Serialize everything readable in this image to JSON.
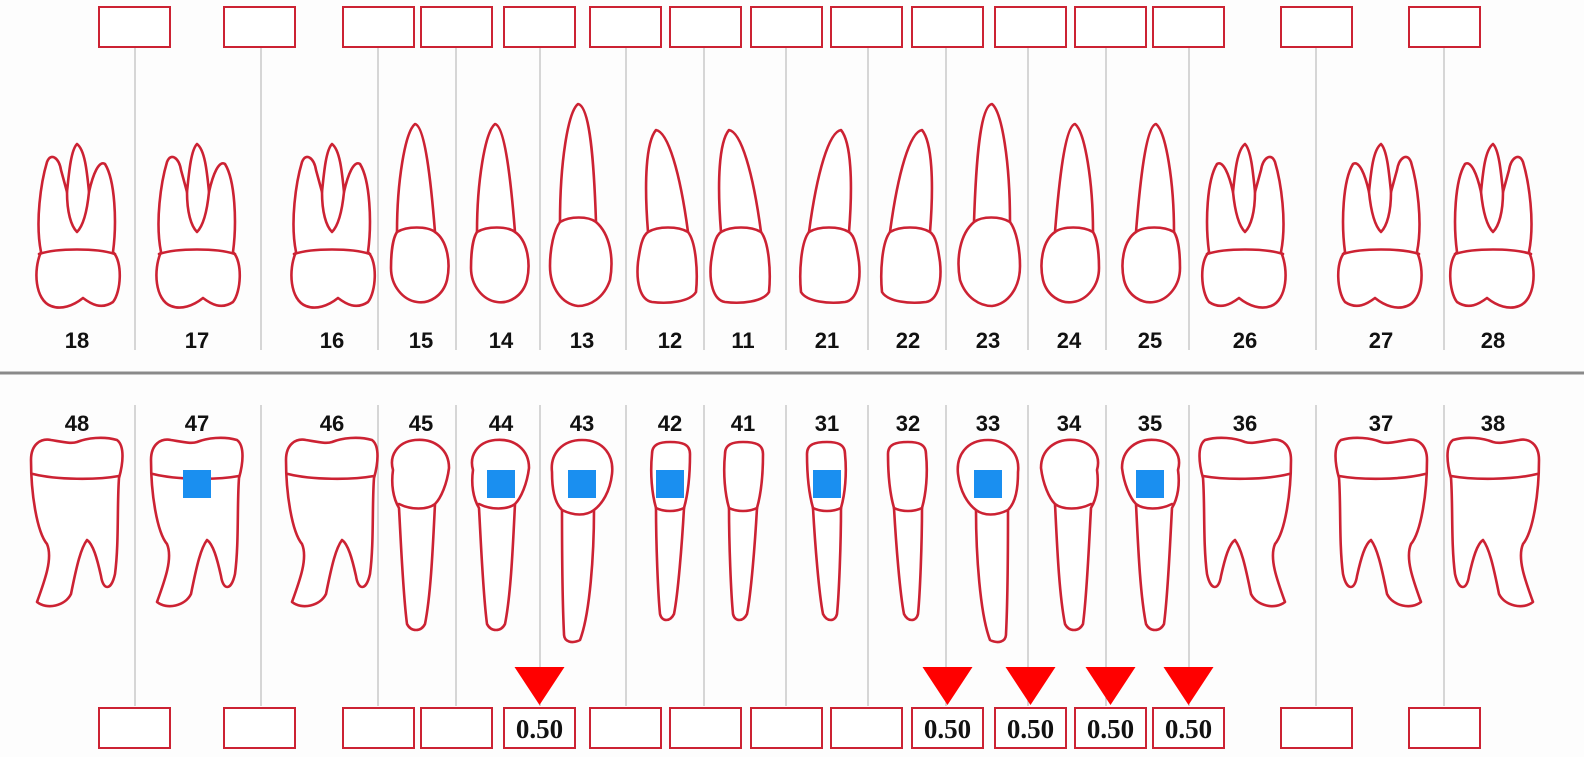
{
  "colors": {
    "outline": "#cc2233",
    "surface_marker": "#1a8ff0",
    "recession_marker": "#ff0000",
    "gridline": "#bcbcbc",
    "divider": "#8a8a8a"
  },
  "upper_teeth": [
    {
      "id": "18",
      "type": "molar",
      "value": ""
    },
    {
      "id": "17",
      "type": "molar",
      "value": ""
    },
    {
      "id": "16",
      "type": "molar",
      "value": ""
    },
    {
      "id": "15",
      "type": "premolar",
      "value": ""
    },
    {
      "id": "14",
      "type": "premolar",
      "value": ""
    },
    {
      "id": "13",
      "type": "canine",
      "value": ""
    },
    {
      "id": "12",
      "type": "incisor",
      "value": ""
    },
    {
      "id": "11",
      "type": "incisor",
      "value": ""
    },
    {
      "id": "21",
      "type": "incisor",
      "value": ""
    },
    {
      "id": "22",
      "type": "incisor",
      "value": ""
    },
    {
      "id": "23",
      "type": "canine",
      "value": ""
    },
    {
      "id": "24",
      "type": "premolar",
      "value": ""
    },
    {
      "id": "25",
      "type": "premolar",
      "value": ""
    },
    {
      "id": "26",
      "type": "molar",
      "value": ""
    },
    {
      "id": "27",
      "type": "molar",
      "value": ""
    },
    {
      "id": "28",
      "type": "molar",
      "value": ""
    }
  ],
  "lower_teeth": [
    {
      "id": "48",
      "type": "molar",
      "marked": false,
      "value": ""
    },
    {
      "id": "47",
      "type": "molar",
      "marked": true,
      "value": ""
    },
    {
      "id": "46",
      "type": "molar",
      "marked": false,
      "value": ""
    },
    {
      "id": "45",
      "type": "premolar",
      "marked": false,
      "value": ""
    },
    {
      "id": "44",
      "type": "premolar",
      "marked": true,
      "value": "0.50"
    },
    {
      "id": "43",
      "type": "canine",
      "marked": true,
      "value": ""
    },
    {
      "id": "42",
      "type": "incisor",
      "marked": true,
      "value": ""
    },
    {
      "id": "41",
      "type": "incisor",
      "marked": false,
      "value": ""
    },
    {
      "id": "31",
      "type": "incisor",
      "marked": true,
      "value": ""
    },
    {
      "id": "32",
      "type": "incisor",
      "marked": false,
      "value": "0.50"
    },
    {
      "id": "33",
      "type": "canine",
      "marked": true,
      "value": ""
    },
    {
      "id": "34",
      "type": "premolar",
      "marked": false,
      "value": "0.50"
    },
    {
      "id": "35",
      "type": "premolar",
      "marked": true,
      "value": "0.50"
    },
    {
      "id": "36",
      "type": "molar",
      "marked": false,
      "value": ""
    },
    {
      "id": "37",
      "type": "molar",
      "marked": false,
      "value": ""
    },
    {
      "id": "38",
      "type": "molar",
      "marked": false,
      "value": ""
    }
  ]
}
